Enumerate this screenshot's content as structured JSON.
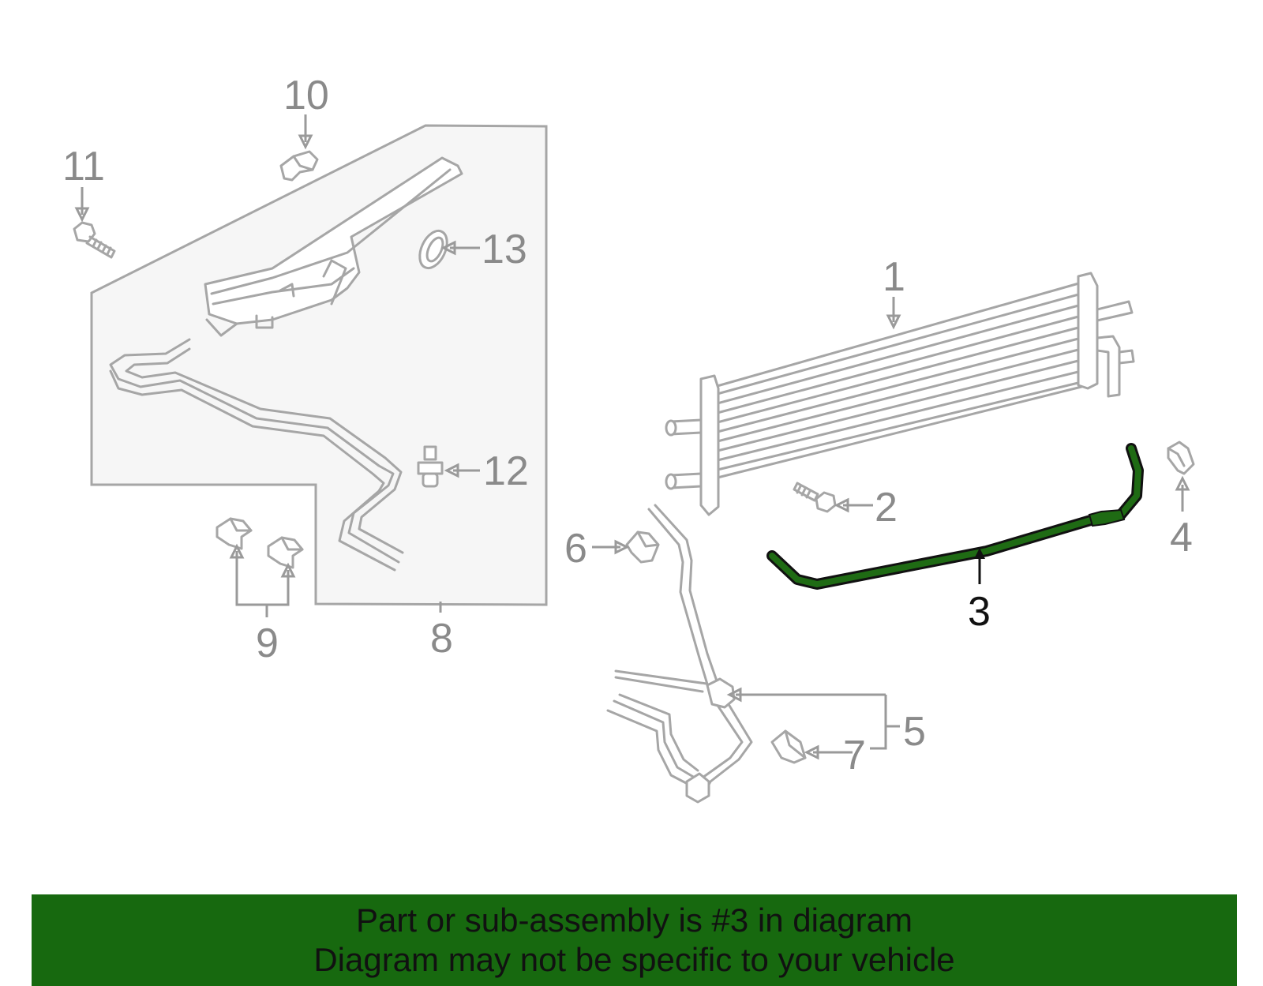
{
  "callouts": {
    "c1": "1",
    "c2": "2",
    "c3": "3",
    "c4": "4",
    "c5": "5",
    "c6": "6",
    "c7": "7",
    "c8": "8",
    "c9": "9",
    "c10": "10",
    "c11": "11",
    "c12": "12",
    "c13": "13"
  },
  "highlighted_part": "3",
  "colors": {
    "highlight": "#1f6b14",
    "banner": "#17690f",
    "line_art": "#a6a6a6",
    "panel": "#f6f6f6"
  },
  "banner": {
    "line1": "Part or sub-assembly is #3 in diagram",
    "line2": "Diagram may not be specific to your vehicle"
  }
}
